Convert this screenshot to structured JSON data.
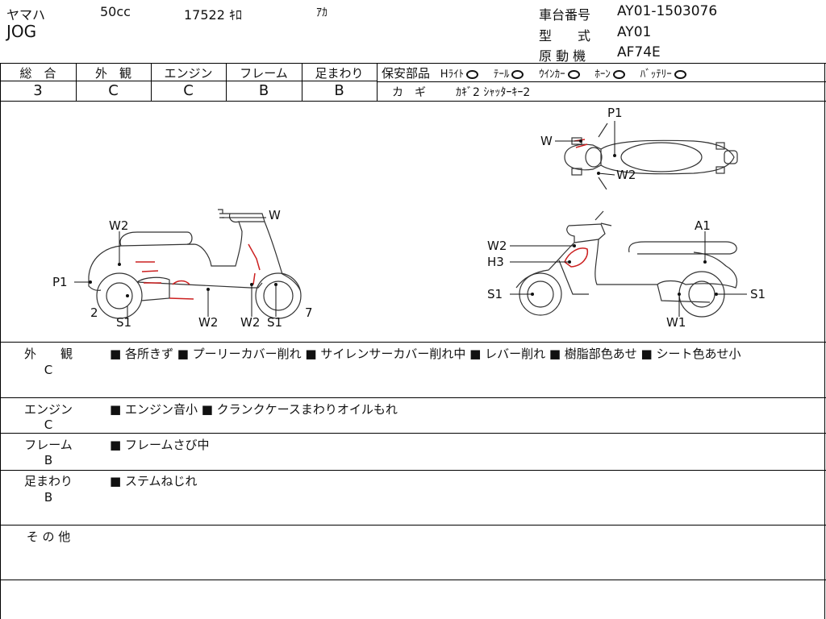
{
  "header": {
    "maker": "ヤマハ",
    "displacement": "50cc",
    "mileage": "17522 ｷﾛ",
    "color": "ｱｶ",
    "model": "JOG",
    "frame_no_label": "車台番号",
    "frame_no": "AY01-1503076",
    "type_label": "型　　式",
    "type": "AY01",
    "engine_label": "原 動 機",
    "engine": "AF74E"
  },
  "grades": {
    "overall_label": "総　合",
    "overall": "3",
    "exterior_label": "外　観",
    "exterior": "C",
    "engine_label": "エンジン",
    "engine": "C",
    "frame_label": "フレーム",
    "frame": "B",
    "suspension_label": "足まわり",
    "suspension": "B"
  },
  "safety": {
    "label": "保安部品",
    "items": [
      "Hﾗｲﾄ",
      "ﾃｰﾙ",
      "ｳｲﾝｶｰ",
      "ﾎｰﾝ",
      "ﾊﾞｯﾃﾘｰ"
    ],
    "key_label": "カ　ギ",
    "key_value": "ｶｷﾞ2 ｼｬｯﾀｰｷｰ2"
  },
  "diagram_labels": {
    "top": [
      "P1",
      "W",
      "W2"
    ],
    "left": [
      "W2",
      "W",
      "P1",
      "2",
      "S1",
      "W2",
      "W2",
      "S1",
      "7"
    ],
    "right": [
      "A1",
      "W2",
      "H3",
      "S1",
      "S1",
      "W1"
    ]
  },
  "conditions": [
    {
      "label": "外　　観",
      "grade": "C",
      "text": "■ 各所きず ■ プーリーカバー削れ ■ サイレンサーカバー削れ中 ■ レバー削れ ■ 樹脂部色あせ ■ シート色あせ小"
    },
    {
      "label": "エンジン",
      "grade": "C",
      "text": "■ エンジン音小 ■ クランクケースまわりオイルもれ"
    },
    {
      "label": "フレーム",
      "grade": "B",
      "text": "■ フレームさび中"
    },
    {
      "label": "足まわり",
      "grade": "B",
      "text": "■ ステムねじれ"
    },
    {
      "label": "そ の 他",
      "grade": "",
      "text": ""
    }
  ],
  "colors": {
    "line": "#000000",
    "damage": "#cc2020"
  }
}
